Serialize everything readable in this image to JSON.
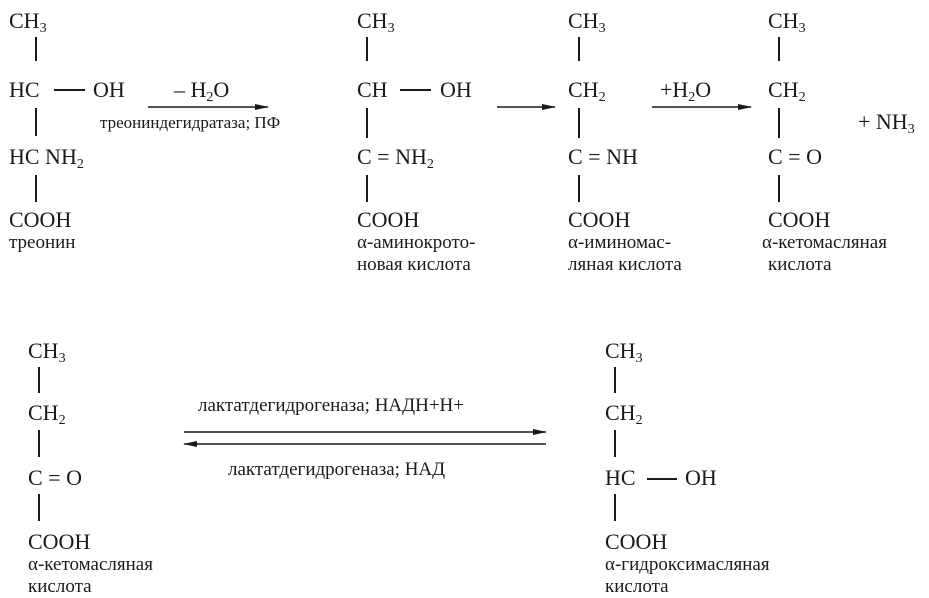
{
  "colors": {
    "ink": "#1a1a1a",
    "background": "#ffffff"
  },
  "scheme1": {
    "threonine": {
      "ch3": "CH",
      "ch3_sub": "3",
      "hc1": "HC",
      "oh": "OH",
      "hc2": "HC NH",
      "nh2_sub": "2",
      "cooh": "COOH",
      "name": "треонин"
    },
    "step1": {
      "reagent": "– H",
      "reagent_sub": "2",
      "reagent_tail": "O",
      "enzyme": "треониндегидратаза; ПФ"
    },
    "aminocrotonic": {
      "ch3": "CH",
      "ch3_sub": "3",
      "ch": "CH",
      "oh": "OH",
      "c_nh2": "C = NH",
      "nh2_sub": "2",
      "cooh": "COOH",
      "name_line1": "α-аминокрото-",
      "name_line2": "новая кислота"
    },
    "iminobutyric": {
      "ch3": "CH",
      "ch3_sub": "3",
      "ch2": "CH",
      "ch2_sub": "2",
      "c_nh": "C = NH",
      "cooh": "COOH",
      "name_line1": "α-иминомас-",
      "name_line2": "ляная кислота"
    },
    "step3": {
      "reagent": "+H",
      "reagent_sub": "2",
      "reagent_tail": "O"
    },
    "ketobutyric": {
      "ch3": "CH",
      "ch3_sub": "3",
      "ch2": "CH",
      "ch2_sub": "2",
      "c_o": "C = O",
      "cooh": "COOH",
      "name_line1": "α-кетомасляная",
      "name_line2": "кислота"
    },
    "ammonia": {
      "text": "+ NH",
      "sub": "3"
    }
  },
  "scheme2": {
    "ketobutyric": {
      "ch3": "CH",
      "ch3_sub": "3",
      "ch2": "CH",
      "ch2_sub": "2",
      "c_o": "C = O",
      "cooh": "COOH",
      "name_line1": "α-кетомасляная",
      "name_line2": "кислота"
    },
    "forward_enzyme": "лактатдегидрогеназа; НАДН+Н+",
    "reverse_enzyme": "лактатдегидрогеназа; НАД",
    "hydroxybutyric": {
      "ch3": "CH",
      "ch3_sub": "3",
      "ch2": "CH",
      "ch2_sub": "2",
      "hc": "HC",
      "oh": "OH",
      "cooh": "COOH",
      "name_line1": "α-гидроксимасляная",
      "name_line2": "кислота"
    }
  }
}
